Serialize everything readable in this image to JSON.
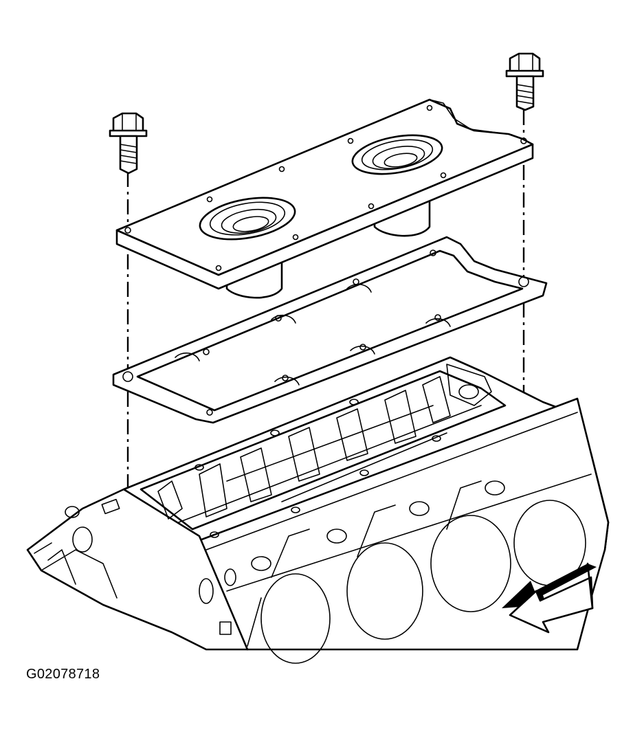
{
  "figure": {
    "id_label": "G02078718",
    "parts": [
      "bolt-left",
      "bolt-right",
      "valley-cover-plate",
      "valley-cover-gasket",
      "engine-block"
    ],
    "view_arrow": "front-direction-arrow"
  }
}
